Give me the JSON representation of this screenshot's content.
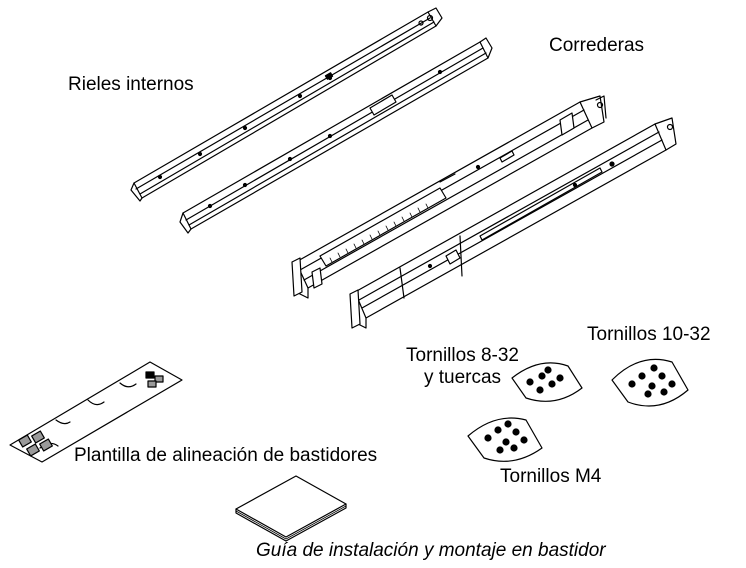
{
  "labels": {
    "rieles_internos": "Rieles internos",
    "correderas": "Correderas",
    "tornillos_8_32_line1": "Tornillos 8-32",
    "tornillos_8_32_line2": "y tuercas",
    "tornillos_10_32": "Tornillos 10-32",
    "plantilla": "Plantilla de alineación de bastidores",
    "tornillos_m4": "Tornillos M4",
    "guia": "Guía de instalación y montaje en bastidor"
  },
  "colors": {
    "ink": "#000000",
    "background": "#ffffff",
    "gray_fill": "#9a9a9a"
  }
}
